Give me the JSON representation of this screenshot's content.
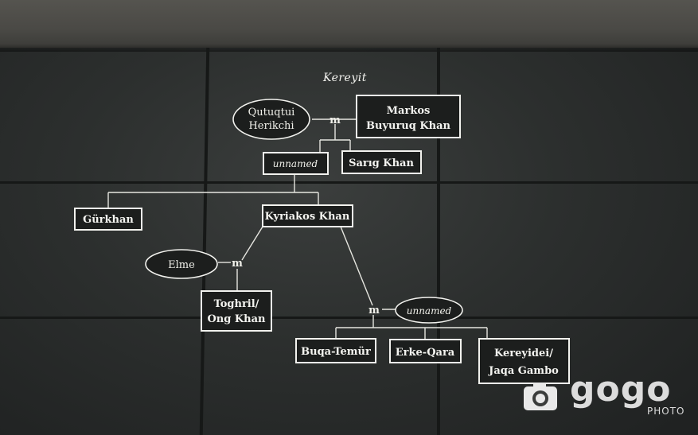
{
  "diagram": {
    "title": "Kereyit",
    "marriage_marker": "m",
    "nodes": {
      "qutuqtui": {
        "line1": "Qutuqtui",
        "line2": "Herikchi"
      },
      "markos": {
        "line1": "Markos",
        "line2": "Buyuruq Khan"
      },
      "unnamed_1": "unnamed",
      "sarig_khan": "Sarıg Khan",
      "gurkhan": "Gürkhan",
      "kyriakos": "Kyriakos Khan",
      "elme": "Elme",
      "toghril": {
        "line1": "Toghril/",
        "line2": "Ong Khan"
      },
      "unnamed_2": "unnamed",
      "buqa_temur": "Buqa-Temür",
      "erke_qara": "Erke-Qara",
      "kereyidei": {
        "line1": "Kereyidei/",
        "line2": "Jaqa Gambo"
      }
    }
  },
  "watermark": {
    "brand": "gogo",
    "sub": "PHOTO",
    "icon": "camera-icon"
  },
  "colors": {
    "wall": "#2b2d2c",
    "line": "#f2f2ee",
    "ceiling": "#4a4945"
  }
}
